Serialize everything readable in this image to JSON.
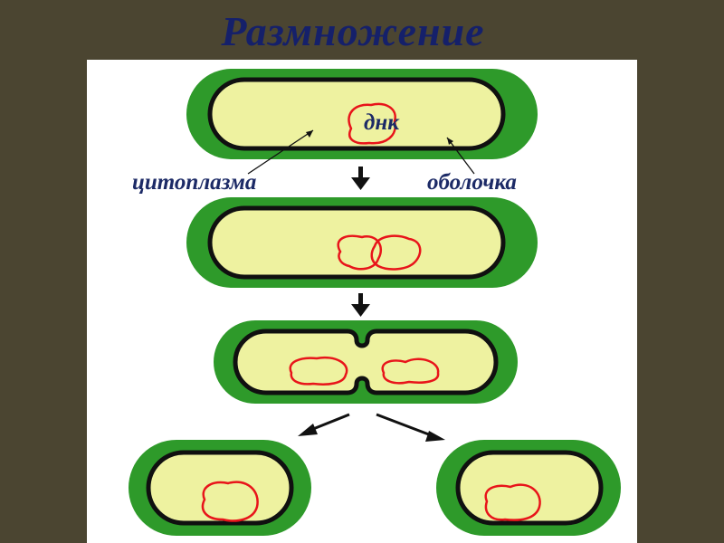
{
  "slide": {
    "title": "Размножение"
  },
  "labels": {
    "dna": "днк",
    "cytoplasm": "цитоплазма",
    "membrane": "оболочка"
  },
  "colors": {
    "background": "#4b4531",
    "title": "#15206a",
    "wall": "#2e9a2a",
    "membrane": "#101010",
    "cytoplasm": "#eef2a0",
    "dna": "#e8141a",
    "arrow": "#111111"
  }
}
